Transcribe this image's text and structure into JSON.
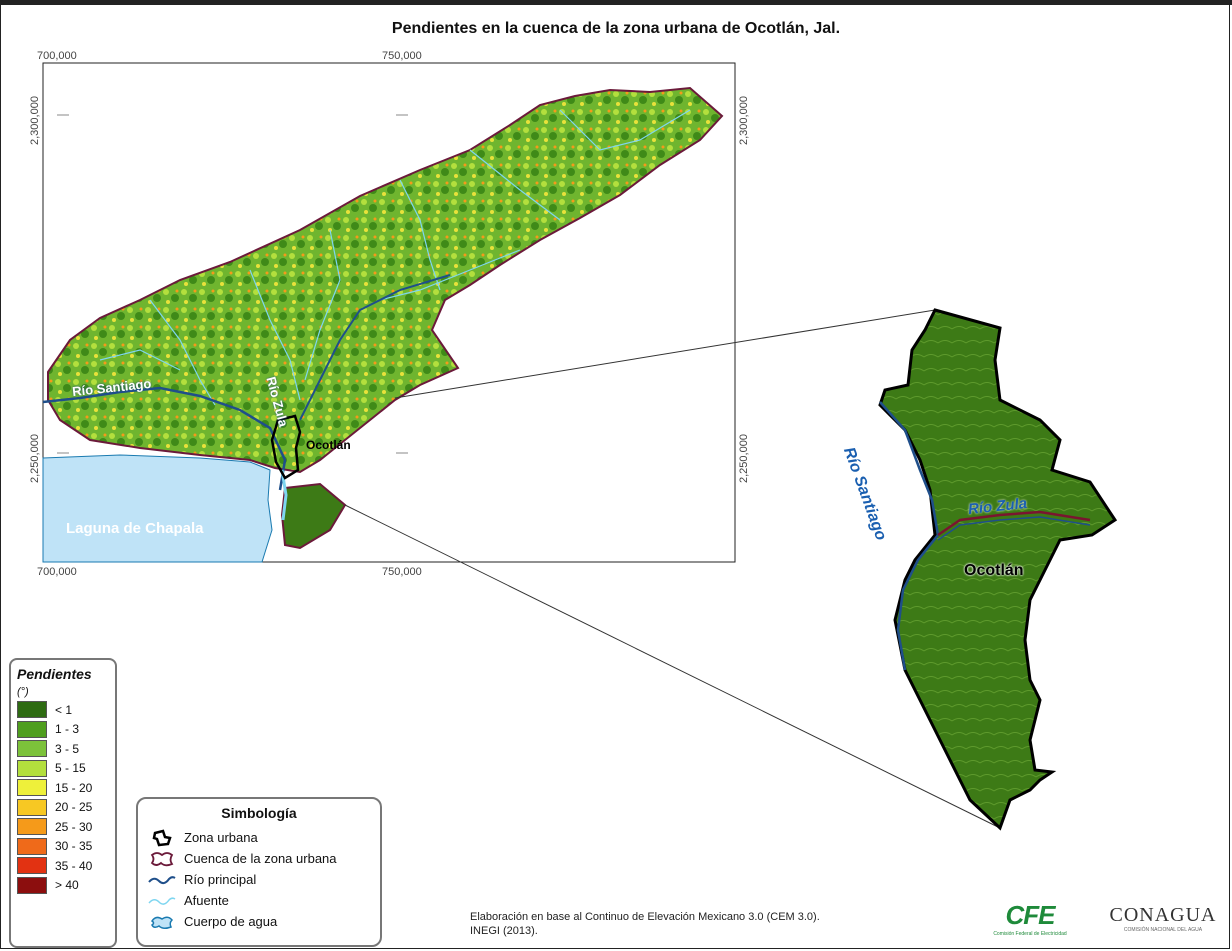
{
  "title": "Pendientes en la cuenca de la zona urbana de Ocotlán, Jal.",
  "coords": {
    "top_x1": "700,000",
    "top_x2": "750,000",
    "bottom_x1": "700,000",
    "bottom_x2": "750,000",
    "left_y1": "2,300,000",
    "left_y2": "2,250,000",
    "right_y1": "2,300,000",
    "right_y2": "2,250,000"
  },
  "map_labels": {
    "laguna": "Laguna de Chapala",
    "rio_santiago": "Río Santiago",
    "rio_zula": "Río Zula",
    "ocotlan": "Ocotlán"
  },
  "inset_labels": {
    "rio_santiago": "Río Santiago",
    "rio_zula": "Río Zula",
    "ocotlan": "Ocotlán"
  },
  "legend": {
    "title": "Pendientes",
    "unit": "(°)",
    "classes": [
      {
        "label": "< 1",
        "color": "#2e6b12"
      },
      {
        "label": "1 - 3",
        "color": "#4f9e1e"
      },
      {
        "label": "3 - 5",
        "color": "#7cc23a"
      },
      {
        "label": "5 - 15",
        "color": "#b3df3d"
      },
      {
        "label": "15 - 20",
        "color": "#eef03a"
      },
      {
        "label": "20 - 25",
        "color": "#f7c823"
      },
      {
        "label": "25 - 30",
        "color": "#f59a1a"
      },
      {
        "label": "30 - 35",
        "color": "#ef6a1a"
      },
      {
        "label": "35 - 40",
        "color": "#e23212"
      },
      {
        "label": "> 40",
        "color": "#8c0e0e"
      }
    ]
  },
  "symbology": {
    "title": "Simbología",
    "items": [
      {
        "label": "Zona urbana",
        "icon": "urban-zone-icon"
      },
      {
        "label": "Cuenca de la zona urbana",
        "icon": "basin-icon"
      },
      {
        "label": "Río principal",
        "icon": "main-river-icon"
      },
      {
        "label": "Afuente",
        "icon": "tributary-icon"
      },
      {
        "label": "Cuerpo de agua",
        "icon": "water-body-icon"
      }
    ]
  },
  "credit": {
    "line1": "Elaboración en base al Continuo de Elevación Mexicano 3.0 (CEM 3.0).",
    "line2": "INEGI (2013)."
  },
  "logos": {
    "cfe": "CFE",
    "cfe_sub": "Comisión Federal de Electricidad",
    "conagua": "CONAGUA",
    "conagua_sub": "COMISIÓN NACIONAL DEL AGUA"
  },
  "colors": {
    "river_main": "#1f4f8a",
    "tributary": "#7fd6f0",
    "water": "#bfe3f7",
    "basin_outline": "#6b1a3a"
  }
}
